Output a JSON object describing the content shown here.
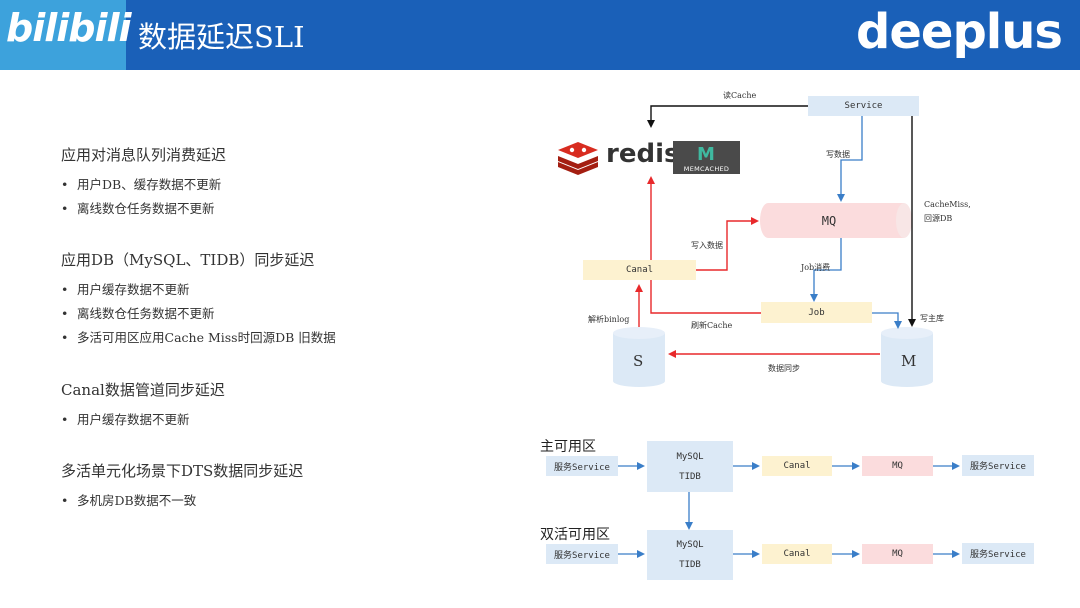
{
  "header": {
    "logo_text": "bilibili",
    "title": "数据延迟SLI",
    "brand": "deeplus"
  },
  "left": {
    "sections": [
      {
        "title": "应用对消息队列消费延迟",
        "bullets": [
          "用户DB、缓存数据不更新",
          "离线数仓任务数据不更新"
        ]
      },
      {
        "title": "应用DB（MySQL、TIDB）同步延迟",
        "bullets": [
          "用户缓存数据不更新",
          "离线数仓任务数据不更新",
          "多活可用区应用Cache Miss时回源DB 旧数据"
        ]
      },
      {
        "title": "Canal数据管道同步延迟",
        "bullets": [
          "用户缓存数据不更新"
        ]
      },
      {
        "title": "多活单元化场景下DTS数据同步延迟",
        "bullets": [
          "多机房DB数据不一致"
        ]
      }
    ],
    "bullet_char": "•"
  },
  "diagram_top": {
    "redis_label": "redis",
    "memcached_label": "MEMCACHED",
    "service": "Service",
    "mq": "MQ",
    "canal": "Canal",
    "job": "Job",
    "slave": "S",
    "master": "M",
    "edge_read_cache": "读Cache",
    "edge_write_data": "写数据",
    "edge_cache_miss_1": "CacheMiss,",
    "edge_cache_miss_2": "回源DB",
    "edge_write_in": "写入数据",
    "edge_job_consume": "Job消费",
    "edge_parse_binlog": "解析binlog",
    "edge_refresh_cache": "刷新Cache",
    "edge_write_master": "写主库",
    "edge_data_sync": "数据同步"
  },
  "diagram_bottom": {
    "zones": [
      {
        "name": "主可用区",
        "service_in": "服务Service",
        "db1": "MySQL",
        "db2": "TIDB",
        "canal": "Canal",
        "mq": "MQ",
        "service_out": "服务Service"
      },
      {
        "name": "双活可用区",
        "service_in": "服务Service",
        "db1": "MySQL",
        "db2": "TIDB",
        "canal": "Canal",
        "mq": "MQ",
        "service_out": "服务Service"
      }
    ]
  },
  "colors": {
    "header_bg": "#1a60b8",
    "logo_bg": "#3da2dc",
    "arrow_red": "#e8292b",
    "arrow_blue": "#3a7ec8",
    "box_blue": "#dce9f6",
    "box_yellow": "#fdf2d0",
    "box_pink": "#fbdcdd"
  }
}
